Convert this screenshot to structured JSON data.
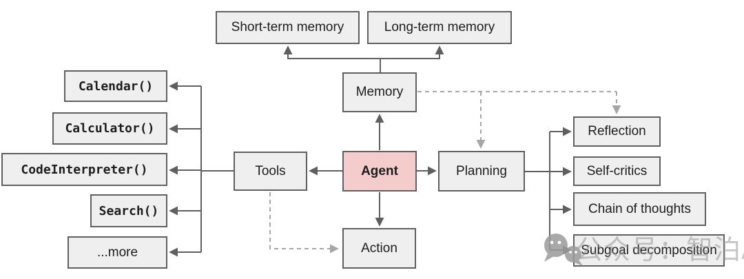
{
  "diagram": {
    "nodes": {
      "agent": {
        "label": "Agent"
      },
      "memory": {
        "label": "Memory"
      },
      "tools": {
        "label": "Tools"
      },
      "action": {
        "label": "Action"
      },
      "planning": {
        "label": "Planning"
      },
      "short_term": {
        "label": "Short-term memory"
      },
      "long_term": {
        "label": "Long-term memory"
      },
      "calendar": {
        "label": "Calendar()"
      },
      "calculator": {
        "label": "Calculator()"
      },
      "code_interpreter": {
        "label": "CodeInterpreter()"
      },
      "search": {
        "label": "Search()"
      },
      "more": {
        "label": "...more"
      },
      "reflection": {
        "label": "Reflection"
      },
      "self_critics": {
        "label": "Self-critics"
      },
      "chain_of_thoughts": {
        "label": "Chain of thoughts"
      },
      "subgoal": {
        "label": "Subgoal decomposition"
      }
    },
    "edges": [
      {
        "from": "agent",
        "to": "memory",
        "style": "solid"
      },
      {
        "from": "memory",
        "to": "short_term",
        "style": "solid"
      },
      {
        "from": "memory",
        "to": "long_term",
        "style": "solid"
      },
      {
        "from": "agent",
        "to": "tools",
        "style": "solid"
      },
      {
        "from": "tools",
        "to": "calendar",
        "style": "solid"
      },
      {
        "from": "tools",
        "to": "calculator",
        "style": "solid"
      },
      {
        "from": "tools",
        "to": "code_interpreter",
        "style": "solid"
      },
      {
        "from": "tools",
        "to": "search",
        "style": "solid"
      },
      {
        "from": "tools",
        "to": "more",
        "style": "solid"
      },
      {
        "from": "agent",
        "to": "planning",
        "style": "solid"
      },
      {
        "from": "planning",
        "to": "reflection",
        "style": "solid"
      },
      {
        "from": "planning",
        "to": "self_critics",
        "style": "solid"
      },
      {
        "from": "planning",
        "to": "chain_of_thoughts",
        "style": "solid"
      },
      {
        "from": "planning",
        "to": "subgoal",
        "style": "solid"
      },
      {
        "from": "agent",
        "to": "action",
        "style": "solid"
      },
      {
        "from": "memory",
        "to": "planning",
        "style": "dashed"
      },
      {
        "from": "memory",
        "to": "reflection",
        "style": "dashed"
      },
      {
        "from": "tools",
        "to": "action",
        "style": "dashed"
      }
    ],
    "colors": {
      "box_fill": "#efefef",
      "box_border": "#5f5f5f",
      "agent_fill": "#f4cccc",
      "solid_line": "#5f5f5f",
      "dashed_line": "#a6a6a6",
      "text": "#1c1c1c",
      "watermark": "#8f8f8f"
    },
    "watermark": {
      "text": "公众号：智泊AI",
      "icon": "wechat-icon"
    }
  }
}
